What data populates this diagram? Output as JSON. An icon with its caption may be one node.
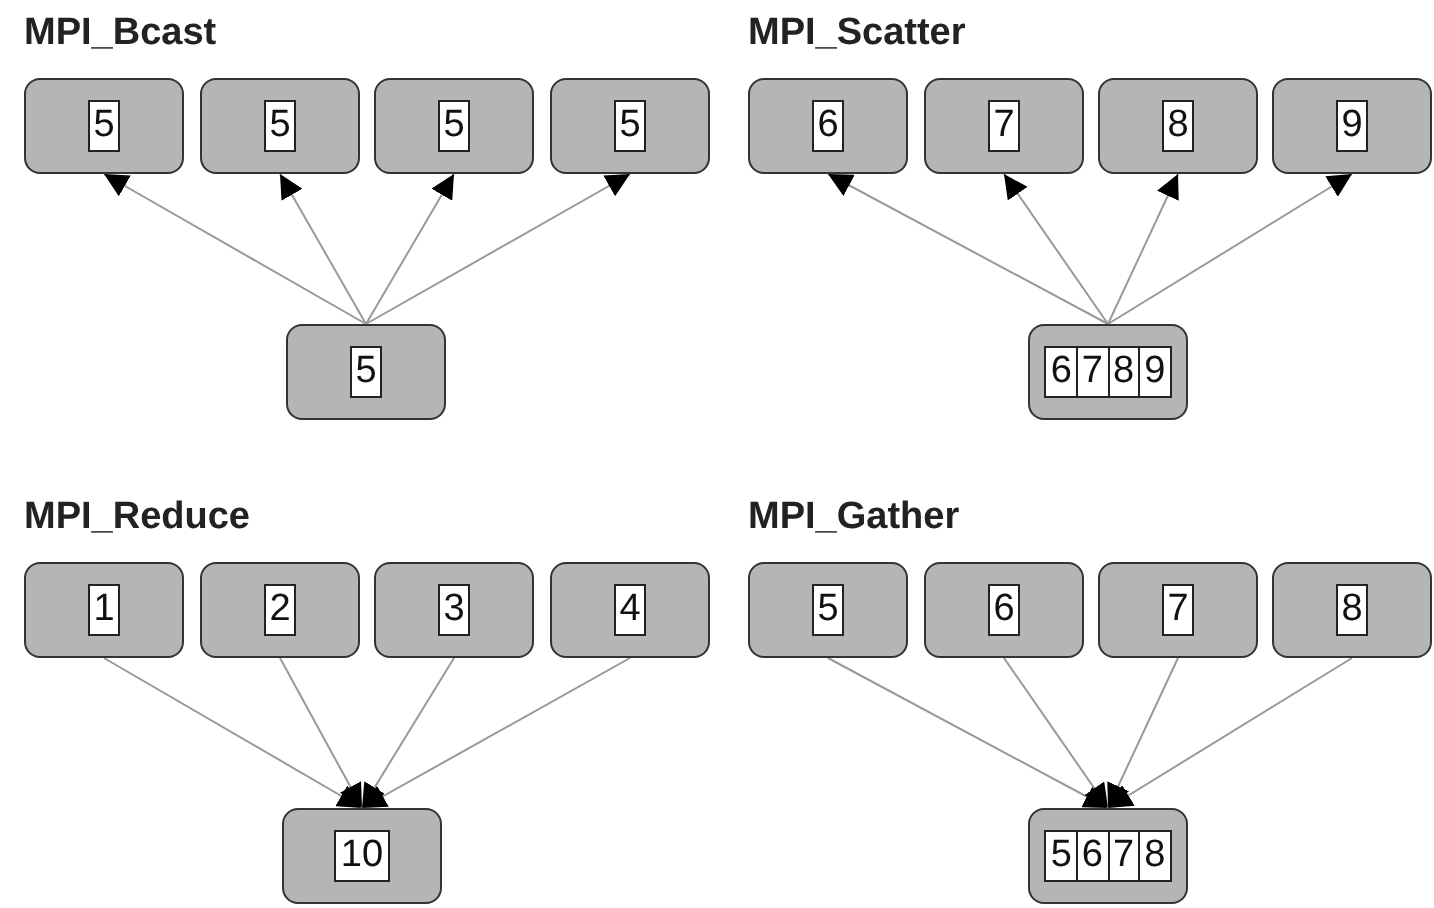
{
  "diagram": {
    "nodes": [
      {
        "text": [
          "5"
        ]
      },
      {
        "text": [
          "5"
        ]
      },
      {
        "text": [
          "5"
        ]
      },
      {
        "text": [
          "5"
        ]
      },
      {
        "text": [
          "5"
        ]
      },
      {
        "text": [
          "6"
        ]
      },
      {
        "text": [
          "7"
        ]
      },
      {
        "text": [
          "8"
        ]
      },
      {
        "text": [
          "9"
        ]
      },
      {
        "text": [
          "6",
          "7",
          "8",
          "9"
        ]
      },
      {
        "text": [
          "1"
        ]
      },
      {
        "text": [
          "2"
        ]
      },
      {
        "text": [
          "3"
        ]
      },
      {
        "text": [
          "4"
        ]
      },
      {
        "text": [
          "10"
        ]
      },
      {
        "text": [
          "5"
        ]
      },
      {
        "text": [
          "6"
        ]
      },
      {
        "text": [
          "7"
        ]
      },
      {
        "text": [
          "8"
        ]
      },
      {
        "text": [
          "5",
          "6",
          "7",
          "8"
        ]
      }
    ],
    "edges": [
      {
        "from": 4,
        "to": 0,
        "arrow": "to"
      },
      {
        "from": 4,
        "to": 1,
        "arrow": "to"
      },
      {
        "from": 4,
        "to": 2,
        "arrow": "to"
      },
      {
        "from": 4,
        "to": 3,
        "arrow": "to"
      },
      {
        "from": 9,
        "to": 5,
        "arrow": "to"
      },
      {
        "from": 9,
        "to": 6,
        "arrow": "to"
      },
      {
        "from": 9,
        "to": 7,
        "arrow": "to"
      },
      {
        "from": 9,
        "to": 8,
        "arrow": "to"
      },
      {
        "from": 10,
        "to": 14,
        "arrow": "to"
      },
      {
        "from": 11,
        "to": 14,
        "arrow": "to"
      },
      {
        "from": 12,
        "to": 14,
        "arrow": "to"
      },
      {
        "from": 13,
        "to": 14,
        "arrow": "to"
      },
      {
        "from": 15,
        "to": 19,
        "arrow": "to"
      },
      {
        "from": 16,
        "to": 19,
        "arrow": "to"
      },
      {
        "from": 17,
        "to": 19,
        "arrow": "to"
      },
      {
        "from": 18,
        "to": 19,
        "arrow": "to"
      }
    ],
    "labels": [
      "MPI_Bcast",
      "MPI_Scatter",
      "MPI_Reduce",
      "MPI_Gather"
    ]
  }
}
